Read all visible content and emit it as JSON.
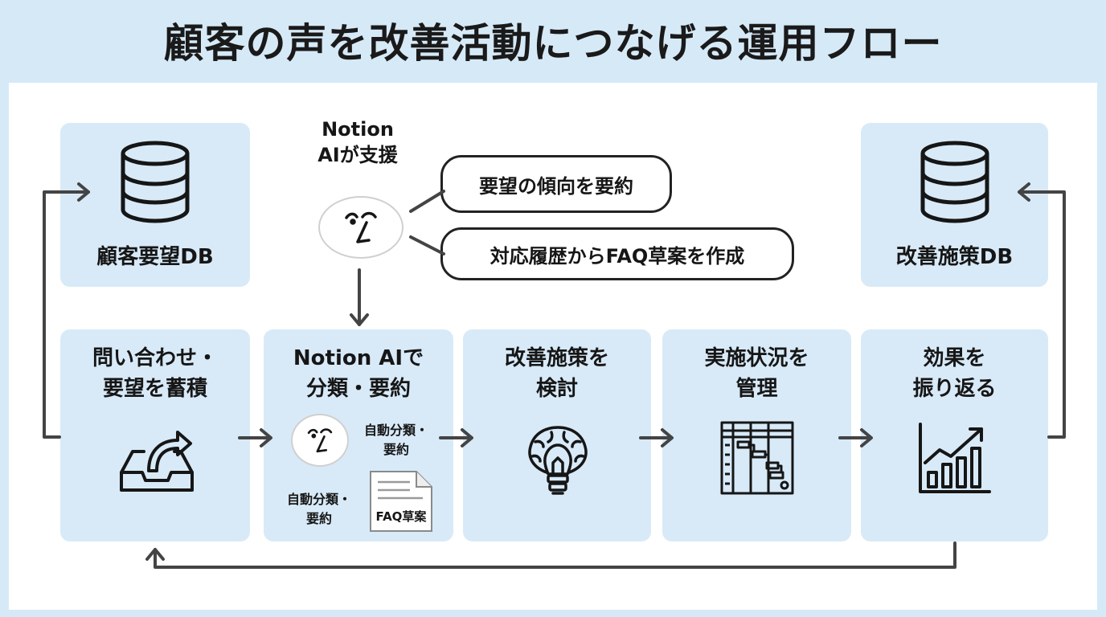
{
  "title": "顧客の声を改善活動につなげる運用フロー",
  "top_boxes": {
    "customer_db": "顧客要望DB",
    "improvement_db": "改善施策DB"
  },
  "ai_support": {
    "caption_line1": "Notion",
    "caption_line2": "AIが支援",
    "bubble1": "要望の傾向を要約",
    "bubble2": "対応履歴からFAQ草案を作成"
  },
  "steps": [
    {
      "line1": "問い合わせ・",
      "line2": "要望を蓄積",
      "icon": "inbox-icon"
    },
    {
      "line1": "Notion AIで",
      "line2": "分類・要約",
      "icon": "notion-ai-icon"
    },
    {
      "line1": "改善施策を",
      "line2": "検討",
      "icon": "lightbulb-brain-icon"
    },
    {
      "line1": "実施状況を",
      "line2": "管理",
      "icon": "gantt-chart-icon"
    },
    {
      "line1": "効果を",
      "line2": "振り返る",
      "icon": "growth-chart-icon"
    }
  ],
  "step2_details": {
    "auto_label_a_line1": "自動分類・",
    "auto_label_a_line2": "要約",
    "auto_label_b_line1": "自動分類・",
    "auto_label_b_line2": "要約",
    "faq_doc": "FAQ草案"
  },
  "colors": {
    "background": "#d6e9f7",
    "box_fill": "#d8eaf8",
    "panel": "#ffffff",
    "stroke": "#161616",
    "arrow": "#444444"
  }
}
